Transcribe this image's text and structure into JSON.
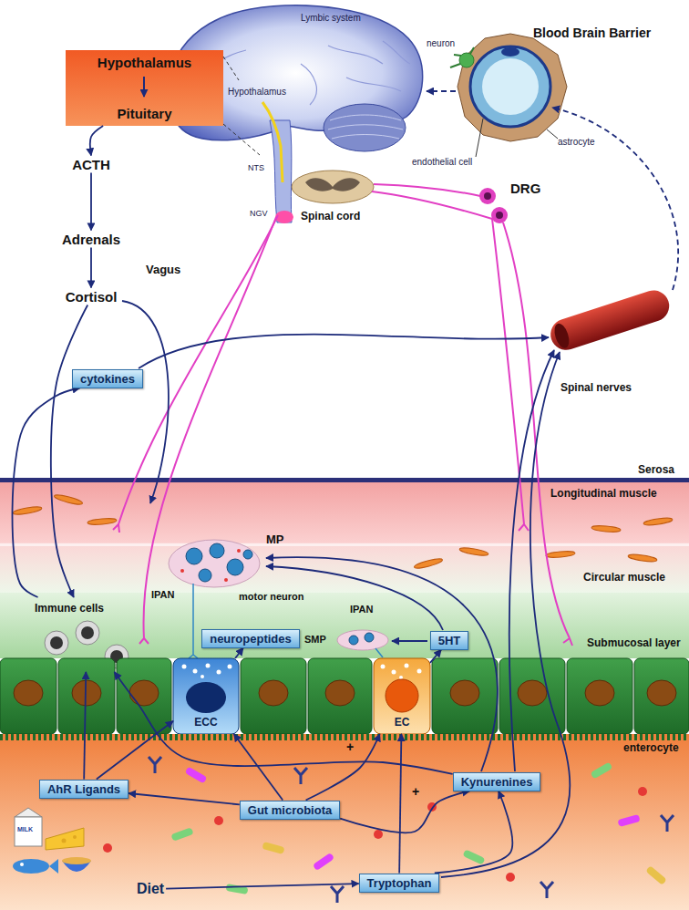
{
  "diagram": {
    "nodes": [
      {
        "text": [
          "Hypothalamus",
          "Pituitary"
        ]
      },
      {
        "text": [
          "ACTH"
        ]
      },
      {
        "text": [
          "Adrenals"
        ]
      },
      {
        "text": [
          "Cortisol"
        ]
      },
      {
        "text": [
          "cytokines"
        ]
      },
      {
        "text": [
          "Immune cells"
        ]
      },
      {
        "text": [
          "neuropeptides"
        ]
      },
      {
        "text": [
          "5HT"
        ]
      },
      {
        "text": [
          "ECC"
        ]
      },
      {
        "text": [
          "EC"
        ]
      },
      {
        "text": [
          "Kynurenines"
        ]
      },
      {
        "text": [
          "AhR Ligands"
        ]
      },
      {
        "text": [
          "Gut microbiota"
        ]
      },
      {
        "text": [
          "Tryptophan"
        ]
      },
      {
        "text": [
          "Diet"
        ]
      }
    ],
    "edges": [
      {
        "from": 0,
        "to": 1,
        "arrow": "to"
      },
      {
        "from": 1,
        "to": 2,
        "arrow": "to"
      },
      {
        "from": 2,
        "to": 3,
        "arrow": "to"
      },
      {
        "from": 3,
        "to": 5,
        "arrow": "to"
      },
      {
        "from": 5,
        "to": 4,
        "arrow": "to"
      },
      {
        "from": 8,
        "to": 6,
        "arrow": "to"
      },
      {
        "from": 9,
        "to": 7,
        "arrow": "to"
      },
      {
        "from": 12,
        "to": 8,
        "arrow": "to"
      },
      {
        "from": 12,
        "to": 9,
        "arrow": "to"
      },
      {
        "from": 13,
        "to": 9,
        "arrow": "to"
      },
      {
        "from": 12,
        "to": 10,
        "arrow": "to"
      },
      {
        "from": 13,
        "to": 10,
        "arrow": "to"
      },
      {
        "from": 12,
        "to": 11,
        "arrow": "to"
      },
      {
        "from": 11,
        "to": 5,
        "arrow": "to"
      },
      {
        "from": 11,
        "to": 8,
        "arrow": "to"
      },
      {
        "from": 10,
        "to": 5,
        "arrow": "to"
      },
      {
        "from": 14,
        "to": 13,
        "arrow": "to"
      }
    ],
    "labels": [
      "Lymbic system",
      "Blood Brain Barrier",
      "neuron",
      "Hypothalamus",
      "NTS",
      "NGV",
      "DRG",
      "endothelial cell",
      "astrocyte",
      "Spinal cord",
      "Vagus",
      "Spinal nerves",
      "Serosa",
      "Longitudinal muscle",
      "MP",
      "motor neuron",
      "IPAN",
      "Circular muscle",
      "SMP",
      "IPAN",
      "Submucosal layer",
      "+",
      "enterocyte",
      "+",
      "MILK"
    ]
  }
}
